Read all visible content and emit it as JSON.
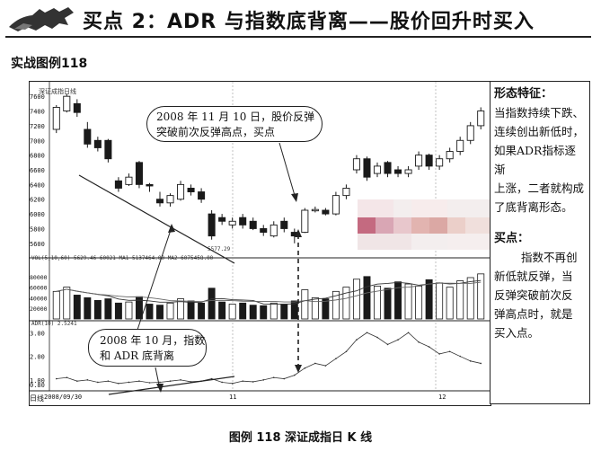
{
  "header": {
    "title": "买点 2：ADR 与指数底背离——股价回升时买入"
  },
  "section_label": "实战图例118",
  "chart": {
    "legend_small": "深证成指日线",
    "price_ticks": [
      "7600",
      "7400",
      "7200",
      "7000",
      "6800",
      "6600",
      "6400",
      "6200",
      "6000",
      "5800",
      "5600"
    ],
    "volume_ticks": [
      "80000",
      "60000",
      "40000",
      "20000"
    ],
    "volume_header": "VOL(5,10,60) 5629.46 60021  MA1 5137464.00  MA2 6075458.00",
    "low_label": "5577.29",
    "adr_ticks": [
      "3.00",
      "2.00",
      "1.00",
      "0.80"
    ],
    "adr_header": "ADR(10) 2.5241",
    "date_labels": [
      "2008/09/30",
      "11",
      "12"
    ],
    "axis_corner": "日线"
  },
  "callout_buy": {
    "line1": "2008 年 11 月 10 日，股价反弹",
    "line2": "突破前次反弹高点，买点"
  },
  "callout_divergence": {
    "line1": "2008 年 10 月，指数",
    "line2": "和 ADR 底背离"
  },
  "side_panel": {
    "features_title": "形态特征：",
    "features_lines": [
      "当指数持续下跌、",
      "连续创出新低时，",
      "如果ADR指标逐渐",
      "上涨，二者就构成",
      "了底背离形态。"
    ],
    "buy_title": "买点：",
    "buy_lines": [
      "指数不再创",
      "新低就反弹，当",
      "反弹突破前次反",
      "弹高点时，就是",
      "买入点。"
    ]
  },
  "caption": "图例 118    深证成指日 K 线",
  "colors": {
    "up_candle": "#ffffff",
    "down_candle": "#1a1a1a",
    "line": "#222222",
    "arrow": "#222222"
  },
  "chart_data": {
    "type": "candlestick",
    "title": "深证成指日线",
    "ylim": [
      5500,
      7700
    ],
    "candles": [
      {
        "o": 7150,
        "c": 7450,
        "h": 7480,
        "l": 7100
      },
      {
        "o": 7400,
        "c": 7600,
        "h": 7630,
        "l": 7380
      },
      {
        "o": 7500,
        "c": 7380,
        "h": 7560,
        "l": 7320
      },
      {
        "o": 7150,
        "c": 6950,
        "h": 7250,
        "l": 6900
      },
      {
        "o": 7000,
        "c": 6900,
        "h": 7050,
        "l": 6850
      },
      {
        "o": 7000,
        "c": 6750,
        "h": 7020,
        "l": 6700
      },
      {
        "o": 6450,
        "c": 6350,
        "h": 6500,
        "l": 6300
      },
      {
        "o": 6400,
        "c": 6500,
        "h": 6550,
        "l": 6380
      },
      {
        "o": 6700,
        "c": 6400,
        "h": 6720,
        "l": 6350
      },
      {
        "o": 6400,
        "c": 6380,
        "h": 6420,
        "l": 6300
      },
      {
        "o": 6200,
        "c": 6150,
        "h": 6300,
        "l": 6100
      },
      {
        "o": 6150,
        "c": 6250,
        "h": 6280,
        "l": 6100
      },
      {
        "o": 6200,
        "c": 6400,
        "h": 6450,
        "l": 6180
      },
      {
        "o": 6350,
        "c": 6300,
        "h": 6400,
        "l": 6250
      },
      {
        "o": 6300,
        "c": 6200,
        "h": 6350,
        "l": 6150
      },
      {
        "o": 6000,
        "c": 5700,
        "h": 6050,
        "l": 5650
      },
      {
        "o": 5950,
        "c": 5900,
        "h": 6000,
        "l": 5850
      },
      {
        "o": 5850,
        "c": 5900,
        "h": 5950,
        "l": 5800
      },
      {
        "o": 5950,
        "c": 5850,
        "h": 6000,
        "l": 5800
      },
      {
        "o": 5900,
        "c": 5800,
        "h": 5950,
        "l": 5780
      },
      {
        "o": 5800,
        "c": 5750,
        "h": 5850,
        "l": 5700
      },
      {
        "o": 5700,
        "c": 5850,
        "h": 5900,
        "l": 5680
      },
      {
        "o": 5900,
        "c": 5800,
        "h": 5950,
        "l": 5750
      },
      {
        "o": 5750,
        "c": 5700,
        "h": 5800,
        "l": 5600
      },
      {
        "o": 5750,
        "c": 6050,
        "h": 6080,
        "l": 5740
      },
      {
        "o": 6050,
        "c": 6060,
        "h": 6100,
        "l": 6020
      },
      {
        "o": 6050,
        "c": 6000,
        "h": 6080,
        "l": 5980
      },
      {
        "o": 6000,
        "c": 6250,
        "h": 6300,
        "l": 5980
      },
      {
        "o": 6250,
        "c": 6350,
        "h": 6400,
        "l": 6200
      },
      {
        "o": 6600,
        "c": 6750,
        "h": 6800,
        "l": 6550
      },
      {
        "o": 6750,
        "c": 6500,
        "h": 6780,
        "l": 6450
      },
      {
        "o": 6550,
        "c": 6650,
        "h": 6700,
        "l": 6500
      },
      {
        "o": 6700,
        "c": 6550,
        "h": 6720,
        "l": 6500
      },
      {
        "o": 6600,
        "c": 6550,
        "h": 6650,
        "l": 6500
      },
      {
        "o": 6550,
        "c": 6600,
        "h": 6650,
        "l": 6500
      },
      {
        "o": 6650,
        "c": 6800,
        "h": 6850,
        "l": 6600
      },
      {
        "o": 6800,
        "c": 6650,
        "h": 6820,
        "l": 6600
      },
      {
        "o": 6650,
        "c": 6750,
        "h": 6800,
        "l": 6600
      },
      {
        "o": 6750,
        "c": 6850,
        "h": 6900,
        "l": 6700
      },
      {
        "o": 6850,
        "c": 7000,
        "h": 7050,
        "l": 6800
      },
      {
        "o": 7000,
        "c": 7200,
        "h": 7250,
        "l": 6950
      },
      {
        "o": 7200,
        "c": 7400,
        "h": 7450,
        "l": 7150
      }
    ],
    "volume": [
      52,
      60,
      45,
      40,
      35,
      38,
      30,
      32,
      42,
      28,
      26,
      30,
      38,
      34,
      30,
      58,
      32,
      28,
      30,
      26,
      25,
      30,
      28,
      34,
      55,
      40,
      38,
      52,
      60,
      75,
      80,
      62,
      58,
      70,
      66,
      62,
      74,
      68,
      60,
      72,
      78,
      85
    ],
    "adr": [
      1.05,
      1.1,
      0.95,
      1.0,
      0.9,
      0.95,
      0.85,
      0.9,
      0.95,
      0.88,
      0.9,
      0.95,
      1.0,
      0.92,
      0.95,
      1.05,
      0.9,
      0.85,
      0.95,
      0.92,
      1.0,
      1.1,
      1.05,
      1.2,
      1.5,
      1.7,
      1.6,
      1.9,
      2.2,
      2.7,
      3.0,
      2.8,
      2.5,
      2.7,
      3.0,
      2.6,
      2.4,
      2.1,
      2.2,
      2.0,
      1.8,
      1.7
    ]
  }
}
